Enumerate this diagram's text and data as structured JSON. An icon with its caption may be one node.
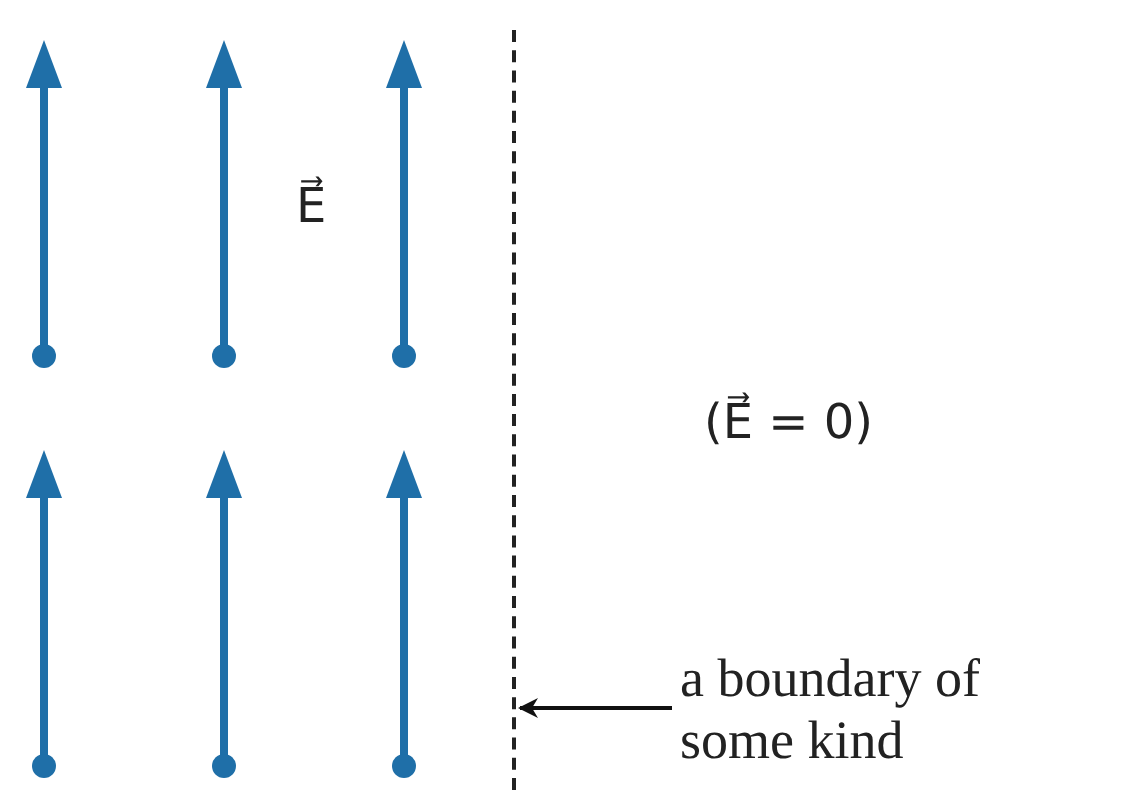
{
  "diagram": {
    "nodes": [
      {
        "text": [
          "a boundary of some kind"
        ]
      },
      {
        "text": [],
        "shape": "line"
      }
    ],
    "edges": [
      {
        "from": 0,
        "to": 1,
        "arrow": "to"
      }
    ],
    "labels": [
      "E⃗",
      "(E⃗ = 0)"
    ]
  }
}
